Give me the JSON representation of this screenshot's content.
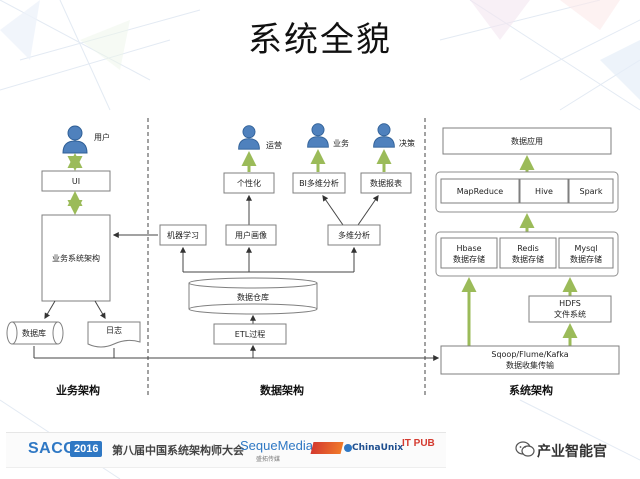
{
  "title": "系统全貌",
  "sections": {
    "business": "业务架构",
    "data": "数据架构",
    "system": "系统架构"
  },
  "business": {
    "user": "用户",
    "ui": "UI",
    "core": "业务系统架构",
    "database": "数据库",
    "log": "日志"
  },
  "data": {
    "roles": [
      "运营",
      "业务",
      "决策"
    ],
    "personalize": "个性化",
    "bi": "BI多维分析",
    "report": "数据报表",
    "ml": "机器学习",
    "profile": "用户画像",
    "multidim": "多维分析",
    "warehouse": "数据仓库",
    "etl": "ETL过程"
  },
  "system": {
    "app": "数据应用",
    "compute": [
      "MapReduce",
      "Hive",
      "Spark"
    ],
    "storage": [
      {
        "name": "Hbase",
        "desc": "数据存储"
      },
      {
        "name": "Redis",
        "desc": "数据存储"
      },
      {
        "name": "Mysql",
        "desc": "数据存储"
      }
    ],
    "hdfs_name": "HDFS",
    "hdfs_desc": "文件系统",
    "ingest_name": "Sqoop/Flume/Kafka",
    "ingest_desc": "数据收集传输"
  },
  "footer": {
    "sacc": "SACC",
    "year": "2016",
    "conference": "第八届中国系统架构师大会",
    "seque": "SequeMedia",
    "seque_sub": "盛拓传媒",
    "chinaunix": "ChinaUnix",
    "itpub": "IT PUB"
  },
  "watermark": "产业智能官",
  "colors": {
    "arrow": "#9bbb59",
    "box_border": "#7f7f7f",
    "group_border": "#8f8f8f",
    "person": "#4f81bd",
    "brand": "#2f78c4"
  }
}
